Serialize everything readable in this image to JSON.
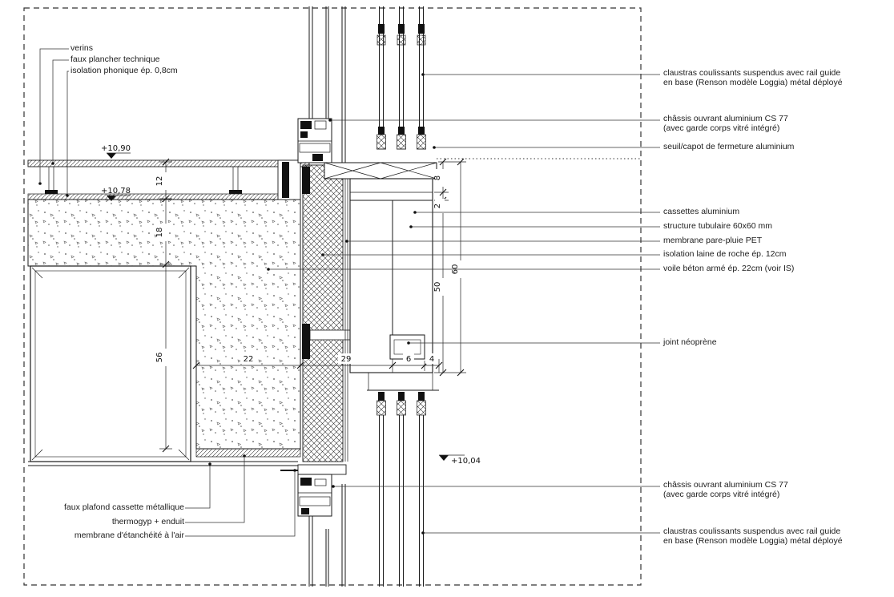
{
  "labels": {
    "left": [
      "verins",
      "faux plancher technique",
      "isolation phonique ép. 0,8cm"
    ],
    "right": [
      "claustras coulissants suspendus avec rail guide\nen base (Renson modèle Loggia) métal déployé",
      "châssis ouvrant aluminium CS 77\n(avec garde corps vitré intégré)",
      "seuil/capot de fermeture aluminium",
      "cassettes aluminium",
      "structure tubulaire 60x60 mm",
      "membrane pare-pluie PET",
      "isolation laine de roche ép. 12cm",
      "voile béton armé ép. 22cm (voir IS)",
      "joint néoprène",
      "châssis ouvrant aluminium CS 77\n(avec garde corps vitré intégré)",
      "claustras coulissants suspendus avec rail guide\nen base (Renson modèle Loggia) métal déployé"
    ],
    "bottom_left": [
      "faux plafond cassette métallique",
      "thermogyp + enduit",
      "membrane d'étanchéité à l'air"
    ]
  },
  "levels": [
    "+10,90",
    "+10,78",
    "+10,04"
  ],
  "dimensions": {
    "vertical_left": [
      "12",
      "18",
      "56"
    ],
    "horizontal_bottom": [
      "22",
      "29",
      "6",
      "4"
    ],
    "vertical_right_inner": [
      "8",
      "2",
      "50"
    ],
    "vertical_right_outer": [
      "60"
    ]
  },
  "colors": {
    "line": "#1a1a1a",
    "background": "#ffffff"
  }
}
